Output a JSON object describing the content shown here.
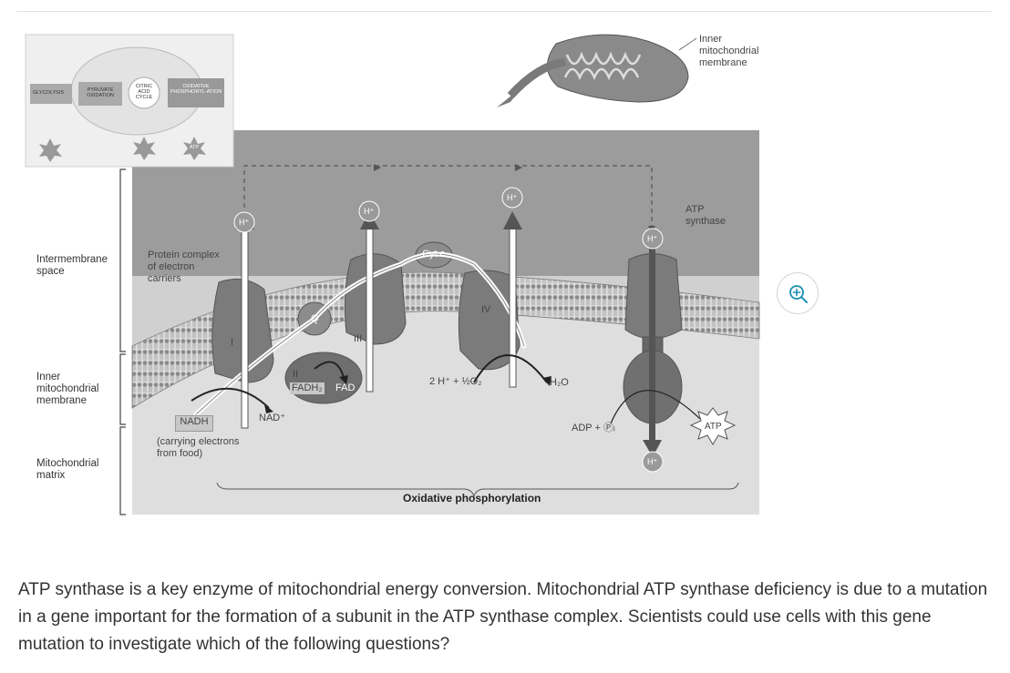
{
  "figure": {
    "inset": {
      "glycolysis": "GLYCOLYSIS",
      "pyruvate_oxidation": "PYRUVATE OXIDATION",
      "citric_acid_cycle": "CITRIC ACID CYCLE",
      "oxidative_phosphorylation": "OXIDATIVE PHOSPHORYL-ATION",
      "atp": "ATP"
    },
    "side_labels": {
      "intermembrane_space": "Intermembrane space",
      "inner_membrane": "Inner mitochondrial membrane",
      "matrix": "Mitochondrial matrix"
    },
    "labels": {
      "inner_membrane_top": "Inner mitochondrial membrane",
      "atp_synthase": "ATP synthase",
      "protein_complex": "Protein complex of electron carriers",
      "cyt_c": "Cyt c",
      "q": "Q",
      "complex_i": "I",
      "complex_ii": "II",
      "complex_iii": "III",
      "complex_iv": "IV",
      "h_plus": "H⁺",
      "nadh": "NADH",
      "nad_plus": "NAD⁺",
      "carrying_electrons": "(carrying electrons from food)",
      "fadh2": "FADH₂",
      "fad": "FAD",
      "oxygen_reaction": "2 H⁺ + ½O₂",
      "water": "H₂O",
      "adp": "ADP + Ⓟᵢ",
      "atp": "ATP",
      "oxidative_phosphorylation": "Oxidative phosphorylation"
    }
  },
  "zoom_button": {
    "icon": "zoom-in-icon",
    "color": "#1a8fb5"
  },
  "question": {
    "text": "ATP synthase is a key enzyme of mitochondrial energy conversion. Mitochondrial ATP synthase deficiency is due to a mutation in a gene important for the formation of a subunit in the ATP synthase complex. Scientists could use cells with this gene mutation to investigate which of the following questions?"
  }
}
